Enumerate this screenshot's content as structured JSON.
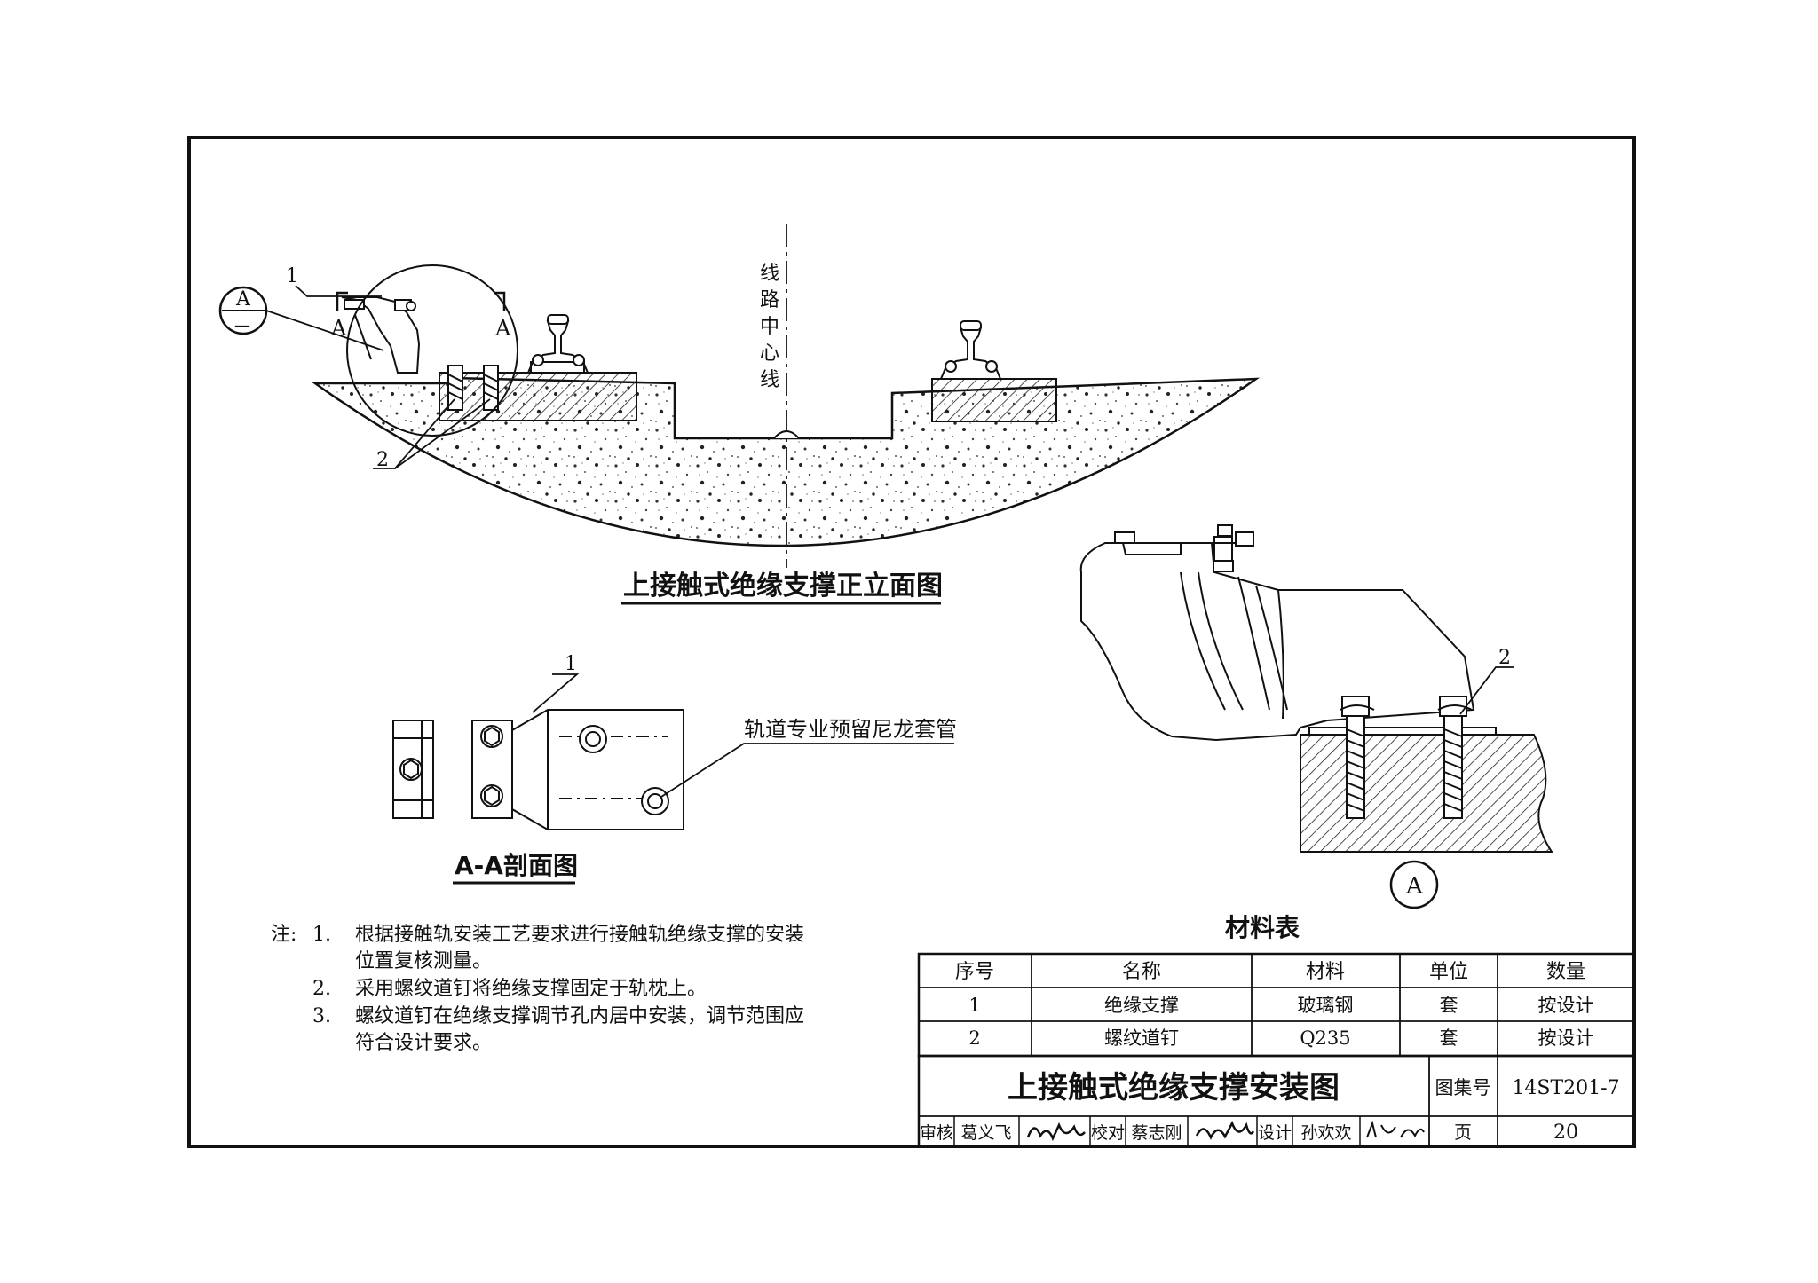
{
  "front_view": {
    "caption": "上接触式绝缘支撑正立面图",
    "centerline_chars": [
      "线",
      "路",
      "中",
      "心",
      "线"
    ],
    "callout_1": "1",
    "callout_2": "2",
    "section_A": "A",
    "detail_marker_top": "A",
    "detail_marker_bottom": "—"
  },
  "section_view": {
    "caption": "A-A剖面图",
    "callout_1": "1",
    "nylon_sleeve_label": "轨道专业预留尼龙套管"
  },
  "detail_view": {
    "callout_2": "2",
    "marker": "A"
  },
  "notes": {
    "prefix": "注:",
    "items": [
      {
        "num": "1.",
        "lines": [
          "根据接触轨安装工艺要求进行接触轨绝缘支撑的安装",
          "位置复核测量。"
        ]
      },
      {
        "num": "2.",
        "lines": [
          "采用螺纹道钉将绝缘支撑固定于轨枕上。"
        ]
      },
      {
        "num": "3.",
        "lines": [
          "螺纹道钉在绝缘支撑调节孔内居中安装，调节范围应",
          "符合设计要求。"
        ]
      }
    ]
  },
  "materials_table": {
    "title": "材料表",
    "headers": [
      "序号",
      "名称",
      "材料",
      "单位",
      "数量"
    ],
    "rows": [
      [
        "1",
        "绝缘支撑",
        "玻璃钢",
        "套",
        "按设计"
      ],
      [
        "2",
        "螺纹道钉",
        "Q235",
        "套",
        "按设计"
      ]
    ]
  },
  "title_block": {
    "drawing_title": "上接触式绝缘支撑安装图",
    "atlas_label": "图集号",
    "atlas_no": "14ST201-7",
    "review_label": "审核",
    "reviewer": "葛义飞",
    "check_label": "校对",
    "checker": "蔡志刚",
    "design_label": "设计",
    "designer": "孙欢欢",
    "page_label": "页",
    "page_no": "20"
  }
}
